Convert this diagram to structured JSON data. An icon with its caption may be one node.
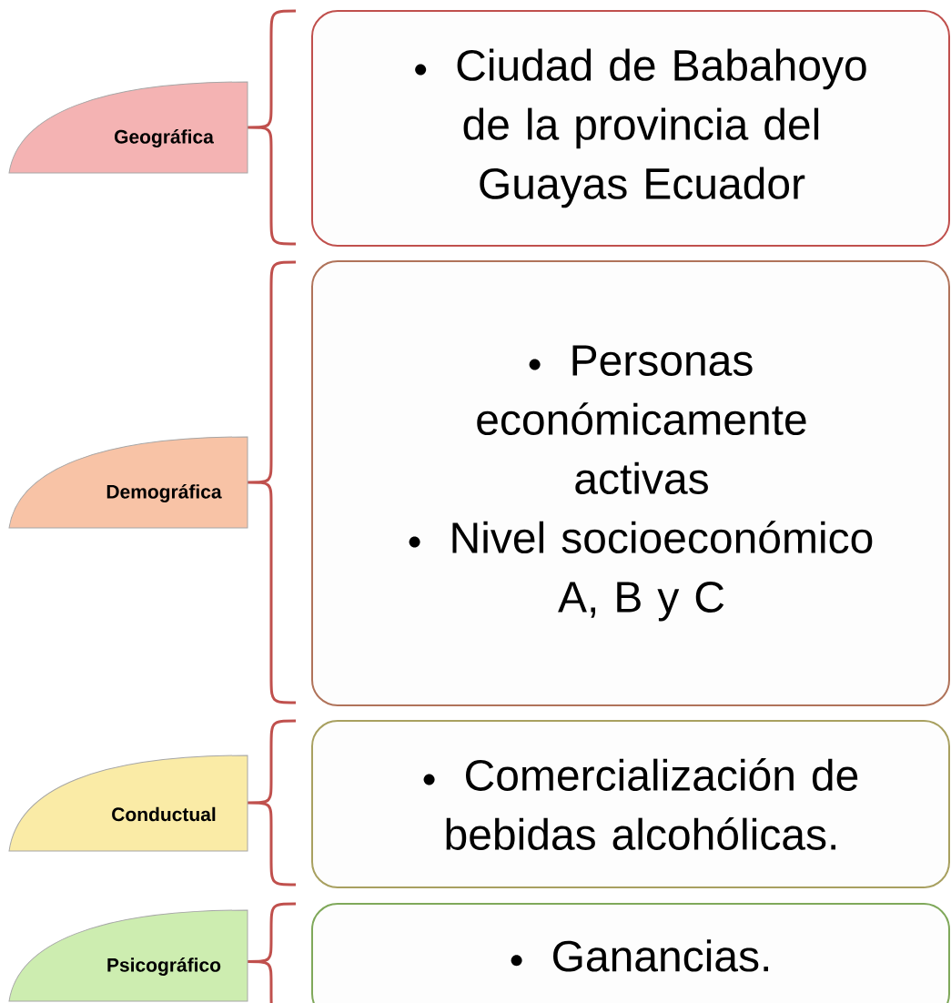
{
  "diagram": {
    "nodes": [
      {
        "text": [
          "Geográfica"
        ]
      },
      {
        "text": [
          "Ciudad de Babahoyo de la provincia del Guayas Ecuador"
        ]
      },
      {
        "text": [
          "Demográfica"
        ]
      },
      {
        "text": [
          "Personas económicamente activas",
          "Nivel socioeconómico A, B y C"
        ]
      },
      {
        "text": [
          "Conductual"
        ]
      },
      {
        "text": [
          "Comercialización de bebidas alcohólicas."
        ]
      },
      {
        "text": [
          "Psicográfico"
        ]
      },
      {
        "text": [
          "Ganancias."
        ]
      }
    ]
  }
}
